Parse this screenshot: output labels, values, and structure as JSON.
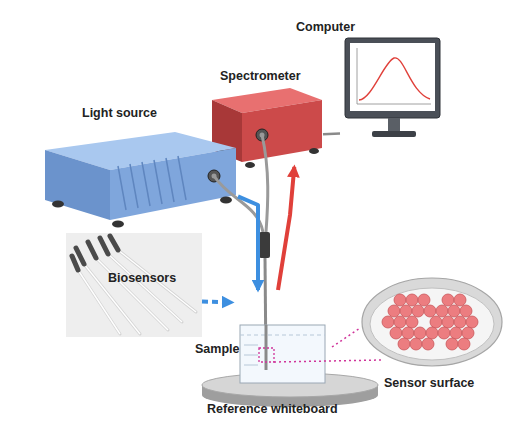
{
  "diagram": {
    "nodes": [
      {
        "text": [
          "Computer"
        ]
      },
      {
        "text": [
          "Spectrometer"
        ]
      },
      {
        "text": [
          "Light source"
        ]
      },
      {
        "text": [
          "Biosensors"
        ]
      },
      {
        "text": [
          "Sample"
        ]
      },
      {
        "text": [
          "Sensor surface"
        ]
      },
      {
        "text": [
          "Reference whiteboard"
        ]
      }
    ],
    "edges": [
      {
        "from": 2,
        "to": 4,
        "arrow": "to"
      },
      {
        "from": 4,
        "to": 1,
        "arrow": "to"
      },
      {
        "from": 1,
        "to": 0,
        "arrow": "none"
      },
      {
        "from": 3,
        "to": 4,
        "arrow": "to"
      },
      {
        "from": 4,
        "to": 5,
        "arrow": "none"
      }
    ]
  }
}
